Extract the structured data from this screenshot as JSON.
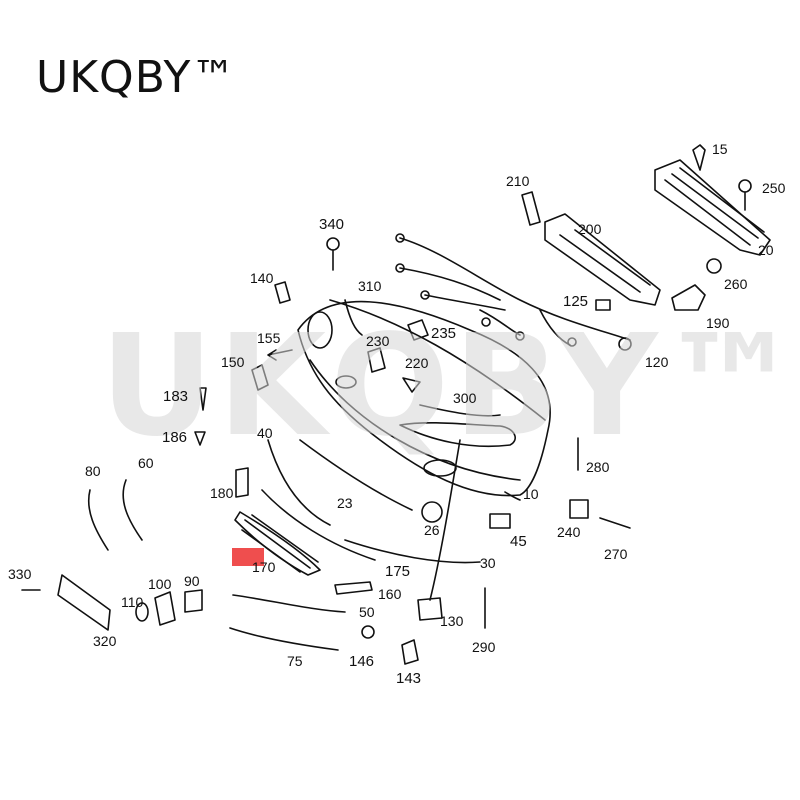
{
  "brand": {
    "text": "UKQBY™"
  },
  "watermark": {
    "text": "UKQBY™"
  },
  "highlight_color": "#ee3b3b",
  "labels": [
    "15",
    "250",
    "210",
    "200",
    "20",
    "340",
    "260",
    "140",
    "310",
    "125",
    "190",
    "155",
    "230",
    "235",
    "150",
    "220",
    "120",
    "183",
    "300",
    "40",
    "186",
    "280",
    "80",
    "60",
    "180",
    "23",
    "10",
    "26",
    "240",
    "45",
    "270",
    "170",
    "175",
    "30",
    "330",
    "100",
    "90",
    "160",
    "50",
    "130",
    "110",
    "320",
    "146",
    "290",
    "143",
    "75"
  ]
}
